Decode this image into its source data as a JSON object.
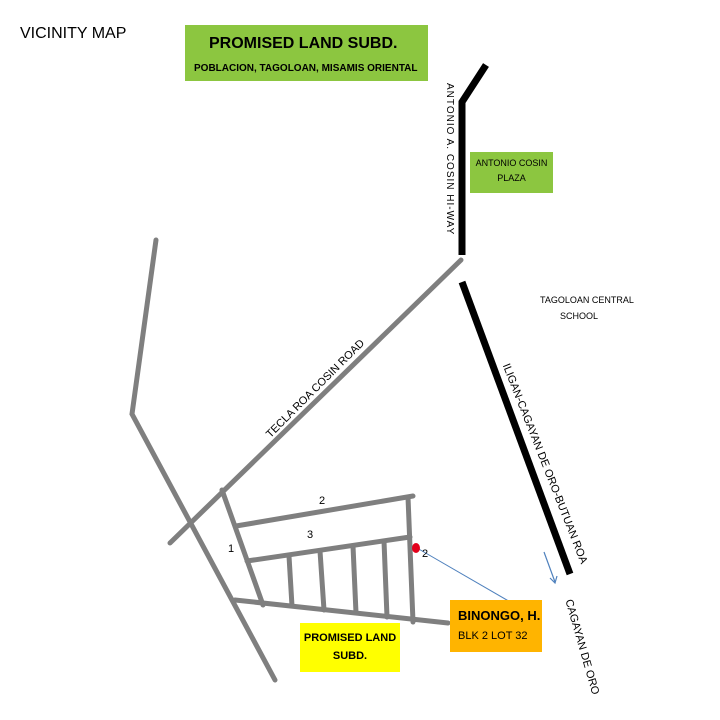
{
  "map_title": "VICINITY MAP",
  "header_box": {
    "title": "PROMISED LAND SUBD.",
    "subtitle": "POBLACION, TAGOLOAN, MISAMIS ORIENTAL",
    "color": "#8cc640"
  },
  "roads": {
    "highway_north": "ANTONIO A. COSIN HI-WAY",
    "highway_south": "ILIGAN-CAGAYAN DE ORO-BUTUAN ROA",
    "diagonal_road": "TECLA ROA COSIN ROAD",
    "towards": "CAGAYAN DE ORO"
  },
  "landmarks": {
    "plaza": {
      "line1": "ANTONIO COSIN",
      "line2": "PLAZA",
      "color": "#8cc640"
    },
    "school": {
      "line1": "TAGOLOAN CENTRAL",
      "line2": "SCHOOL"
    }
  },
  "streets": {
    "s1": "1",
    "s2": "2",
    "s3": "3",
    "s2b": "2"
  },
  "subdivision_box": {
    "line1": "PROMISED LAND",
    "line2": "SUBD.",
    "color": "#ffff00"
  },
  "owner_box": {
    "name": "BINONGO, H.",
    "lot": "BLK  2 LOT  32",
    "color": "#ffb400"
  },
  "colors": {
    "highway": "#000000",
    "local_road": "#7f7f7f",
    "marker": "#e3001b",
    "pointer": "#4f81bd"
  }
}
